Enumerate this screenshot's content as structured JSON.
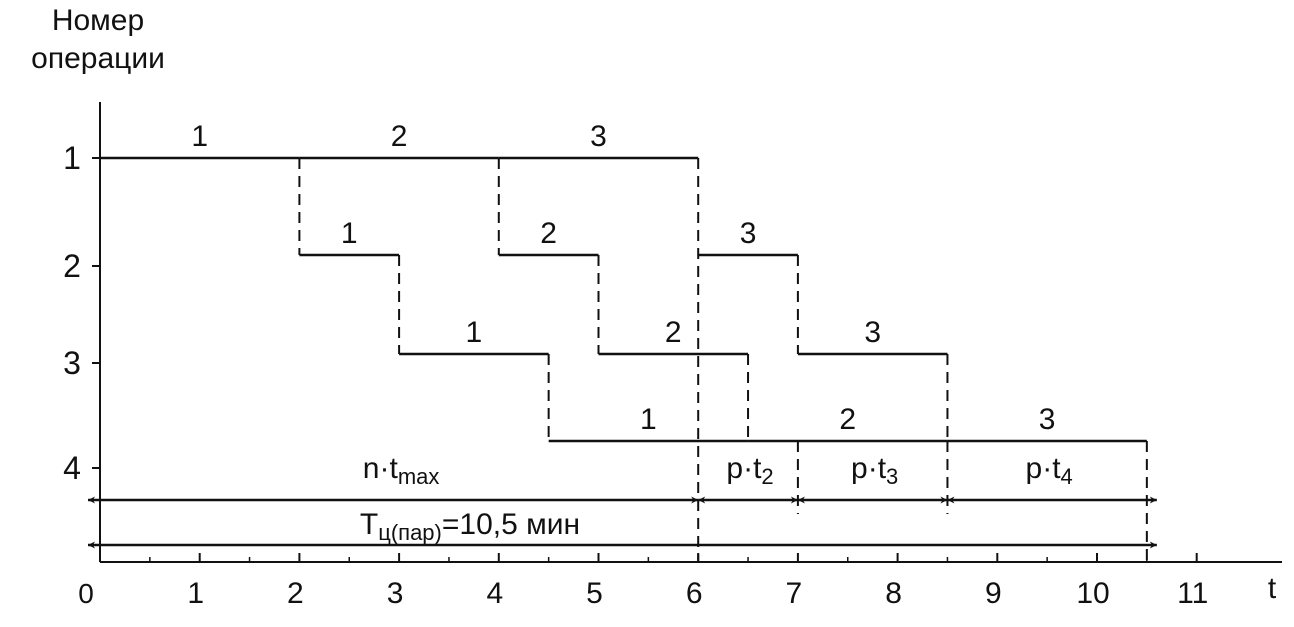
{
  "chart_data": {
    "type": "gantt",
    "ylabel_lines": [
      "Номер",
      "операции"
    ],
    "xlabel": "t",
    "origin_label": "0",
    "x_ticks": [
      "1",
      "2",
      "3",
      "4",
      "5",
      "6",
      "7",
      "8",
      "9",
      "10",
      "11"
    ],
    "y_ticks": [
      "1",
      "2",
      "3",
      "4"
    ],
    "xlim": [
      0,
      11.5
    ],
    "operations": [
      {
        "op": 1,
        "segments": [
          {
            "batch": "1",
            "start": 0,
            "end": 2
          },
          {
            "batch": "2",
            "start": 2,
            "end": 4
          },
          {
            "batch": "3",
            "start": 4,
            "end": 6
          }
        ]
      },
      {
        "op": 2,
        "segments": [
          {
            "batch": "1",
            "start": 2,
            "end": 3
          },
          {
            "batch": "2",
            "start": 4,
            "end": 5
          },
          {
            "batch": "3",
            "start": 6,
            "end": 7
          }
        ]
      },
      {
        "op": 3,
        "segments": [
          {
            "batch": "1",
            "start": 3,
            "end": 4.5
          },
          {
            "batch": "2",
            "start": 5,
            "end": 6.5
          },
          {
            "batch": "3",
            "start": 7,
            "end": 8.5
          }
        ]
      },
      {
        "op": 4,
        "segments": [
          {
            "batch": "1",
            "start": 4.5,
            "end": 6.5
          },
          {
            "batch": "2",
            "start": 6.5,
            "end": 8.5
          },
          {
            "batch": "3",
            "start": 8.5,
            "end": 10.5
          }
        ]
      }
    ],
    "dashed_verticals": [
      {
        "x": 2,
        "from_op": 1,
        "to_op": 2
      },
      {
        "x": 3,
        "from_op": 2,
        "to_op": 3
      },
      {
        "x": 4,
        "from_op": 1,
        "to_op": 2
      },
      {
        "x": 4.5,
        "from_op": 3,
        "to_op": 4
      },
      {
        "x": 5,
        "from_op": 2,
        "to_op": 3
      },
      {
        "x": 6.5,
        "from_op": 3,
        "to_op": 4
      },
      {
        "x": 7,
        "from_op": 2,
        "to_op": 3
      },
      {
        "x": 8.5,
        "from_op": 3,
        "to_op": 4
      },
      {
        "x": 6,
        "from_op": 1,
        "to_op": "axis"
      },
      {
        "x": 7,
        "from_op": 4,
        "to_op": "arrow1"
      },
      {
        "x": 8.5,
        "from_op": 4,
        "to_op": "arrow1"
      },
      {
        "x": 10.5,
        "from_op": 4,
        "to_op": "axis"
      }
    ],
    "intervals": [
      {
        "label": "n·t",
        "sub": "max",
        "start": 0,
        "end": 6
      },
      {
        "label": "p·t",
        "sub": "2",
        "start": 6,
        "end": 7
      },
      {
        "label": "p·t",
        "sub": "3",
        "start": 7,
        "end": 8.5
      },
      {
        "label": "p·t",
        "sub": "4",
        "start": 8.5,
        "end": 10.5
      }
    ],
    "total": {
      "label": "T",
      "sub": "ц(пар)",
      "suffix": "=10,5 мин",
      "start": 0,
      "end": 10.5
    }
  }
}
